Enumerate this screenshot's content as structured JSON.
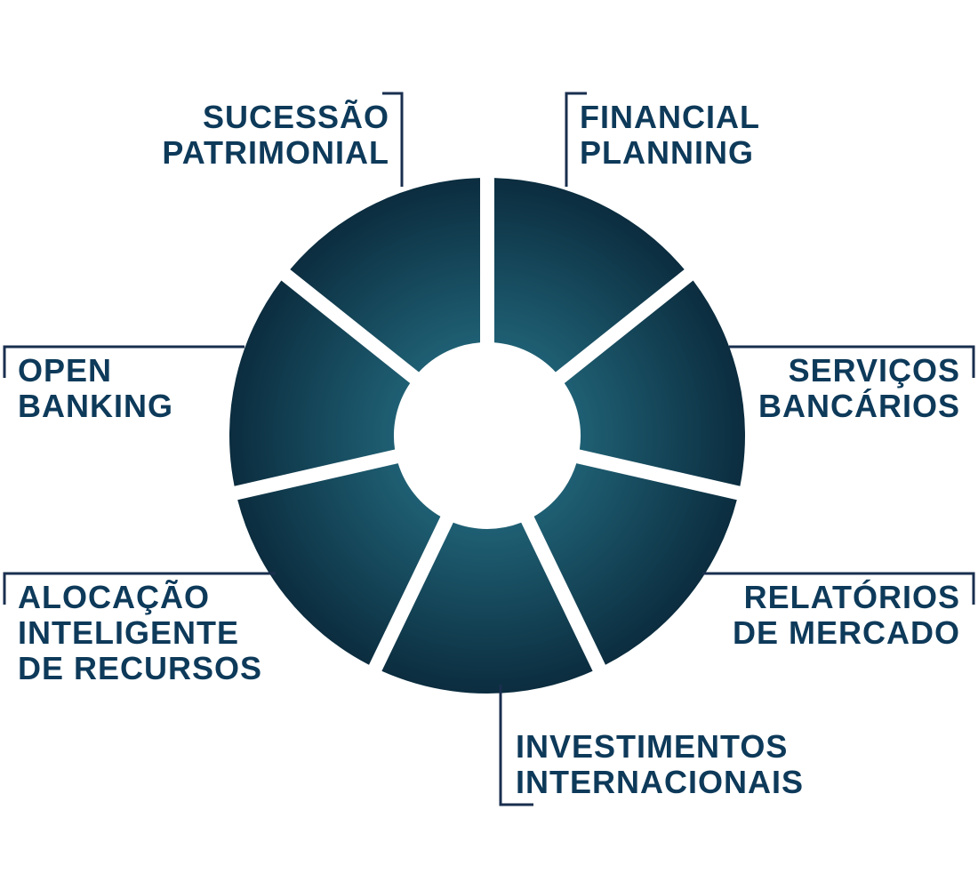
{
  "colors": {
    "text": "#0e3a5a",
    "line": "#1a2f4f",
    "segment_dark": "#0a2a3c",
    "segment_light": "#1f5f73"
  },
  "segments": [
    {
      "id": "financial-planning",
      "lines": [
        "FINANCIAL",
        "PLANNING"
      ],
      "icon": "tablet-photo"
    },
    {
      "id": "servicos-bancarios",
      "lines": [
        "SERVIÇOS",
        "BANCÁRIOS"
      ],
      "icon": "credit-card-photo"
    },
    {
      "id": "relatorios-de-mercado",
      "lines": [
        "RELATÓRIOS",
        "DE MERCADO"
      ],
      "icon": "report-charts-photo"
    },
    {
      "id": "investimentos-internacionais",
      "lines": [
        "INVESTIMENTOS",
        "INTERNACIONAIS"
      ],
      "icon": "globe-photo"
    },
    {
      "id": "alocacao-inteligente",
      "lines": [
        "ALOCAÇÃO",
        "INTELIGENTE",
        "DE RECURSOS"
      ],
      "icon": "bar-chart-photo"
    },
    {
      "id": "open-banking",
      "lines": [
        "OPEN",
        "BANKING"
      ],
      "icon": "bank-network-photo"
    },
    {
      "id": "sucessao-patrimonial",
      "lines": [
        "SUCESSÃO",
        "PATRIMONIAL"
      ],
      "icon": "family-photo"
    }
  ]
}
